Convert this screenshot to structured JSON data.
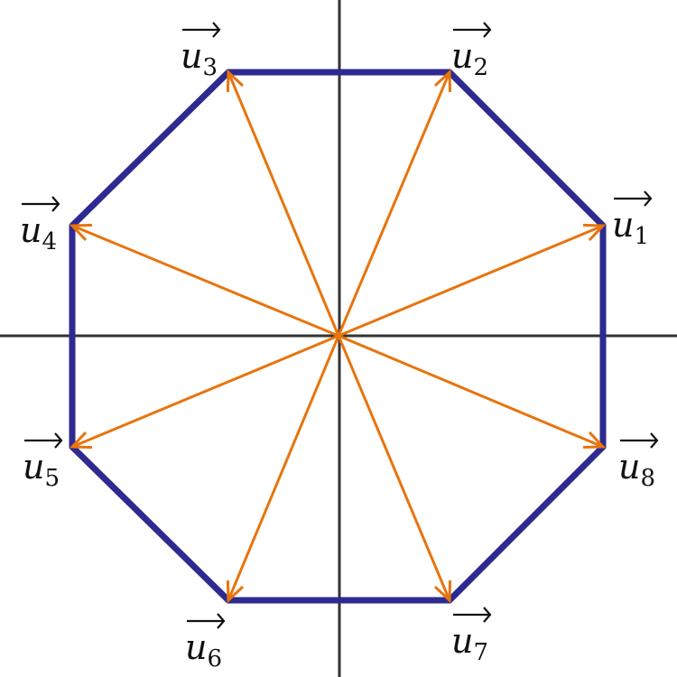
{
  "diagram": {
    "colors": {
      "axes": "#333333",
      "octagon": "#2e2a8f",
      "vectors": "#e8740c",
      "labels": "#111111"
    },
    "vectors": [
      {
        "name": "u",
        "subscript": "1"
      },
      {
        "name": "u",
        "subscript": "2"
      },
      {
        "name": "u",
        "subscript": "3"
      },
      {
        "name": "u",
        "subscript": "4"
      },
      {
        "name": "u",
        "subscript": "5"
      },
      {
        "name": "u",
        "subscript": "6"
      },
      {
        "name": "u",
        "subscript": "7"
      },
      {
        "name": "u",
        "subscript": "8"
      }
    ]
  }
}
